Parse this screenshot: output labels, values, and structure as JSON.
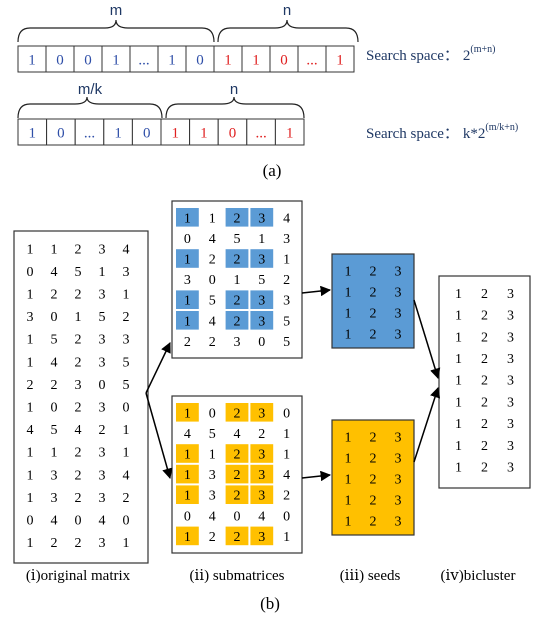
{
  "panel_a": {
    "row1": {
      "label_m": "m",
      "label_n": "n",
      "cells_blue": [
        "1",
        "0",
        "0",
        "1",
        "...",
        "1",
        "0"
      ],
      "cells_red": [
        "1",
        "1",
        "0",
        "...",
        "1"
      ],
      "search_label": "Search space：",
      "search_base": "2",
      "search_exp": "(m+n)"
    },
    "row2": {
      "label_m": "m/k",
      "label_n": "n",
      "cells_blue": [
        "1",
        "0",
        "...",
        "1",
        "0"
      ],
      "cells_red": [
        "1",
        "1",
        "0",
        "...",
        "1"
      ],
      "search_label": "Search space：",
      "search_base": "k*2",
      "search_exp": "(m/k+n)"
    },
    "caption": "(a)"
  },
  "panel_b": {
    "original_matrix": [
      [
        "1",
        "1",
        "2",
        "3",
        "4"
      ],
      [
        "0",
        "4",
        "5",
        "1",
        "3"
      ],
      [
        "1",
        "2",
        "2",
        "3",
        "1"
      ],
      [
        "3",
        "0",
        "1",
        "5",
        "2"
      ],
      [
        "1",
        "5",
        "2",
        "3",
        "3"
      ],
      [
        "1",
        "4",
        "2",
        "3",
        "5"
      ],
      [
        "2",
        "2",
        "3",
        "0",
        "5"
      ],
      [
        "1",
        "0",
        "2",
        "3",
        "0"
      ],
      [
        "4",
        "5",
        "4",
        "2",
        "1"
      ],
      [
        "1",
        "1",
        "2",
        "3",
        "1"
      ],
      [
        "1",
        "3",
        "2",
        "3",
        "4"
      ],
      [
        "1",
        "3",
        "2",
        "3",
        "2"
      ],
      [
        "0",
        "4",
        "0",
        "4",
        "0"
      ],
      [
        "1",
        "2",
        "2",
        "3",
        "1"
      ]
    ],
    "sub_blue": [
      [
        "1",
        "1",
        "2",
        "3",
        "4"
      ],
      [
        "0",
        "4",
        "5",
        "1",
        "3"
      ],
      [
        "1",
        "2",
        "2",
        "3",
        "1"
      ],
      [
        "3",
        "0",
        "1",
        "5",
        "2"
      ],
      [
        "1",
        "5",
        "2",
        "3",
        "3"
      ],
      [
        "1",
        "4",
        "2",
        "3",
        "5"
      ],
      [
        "2",
        "2",
        "3",
        "0",
        "5"
      ]
    ],
    "sub_yellow": [
      [
        "1",
        "0",
        "2",
        "3",
        "0"
      ],
      [
        "4",
        "5",
        "4",
        "2",
        "1"
      ],
      [
        "1",
        "1",
        "2",
        "3",
        "1"
      ],
      [
        "1",
        "3",
        "2",
        "3",
        "4"
      ],
      [
        "1",
        "3",
        "2",
        "3",
        "2"
      ],
      [
        "0",
        "4",
        "0",
        "4",
        "0"
      ],
      [
        "1",
        "2",
        "2",
        "3",
        "1"
      ]
    ],
    "seed_blue": [
      [
        "1",
        "2",
        "3"
      ],
      [
        "1",
        "2",
        "3"
      ],
      [
        "1",
        "2",
        "3"
      ],
      [
        "1",
        "2",
        "3"
      ]
    ],
    "seed_yellow": [
      [
        "1",
        "2",
        "3"
      ],
      [
        "1",
        "2",
        "3"
      ],
      [
        "1",
        "2",
        "3"
      ],
      [
        "1",
        "2",
        "3"
      ],
      [
        "1",
        "2",
        "3"
      ]
    ],
    "bicluster": [
      [
        "1",
        "2",
        "3"
      ],
      [
        "1",
        "2",
        "3"
      ],
      [
        "1",
        "2",
        "3"
      ],
      [
        "1",
        "2",
        "3"
      ],
      [
        "1",
        "2",
        "3"
      ],
      [
        "1",
        "2",
        "3"
      ],
      [
        "1",
        "2",
        "3"
      ],
      [
        "1",
        "2",
        "3"
      ],
      [
        "1",
        "2",
        "3"
      ]
    ],
    "labels": {
      "original": "(ⅰ)original matrix",
      "submatrices": "(ⅱ) submatrices",
      "seeds": "(ⅲ) seeds",
      "bicluster": "(ⅳ)bicluster"
    },
    "caption": "(b)"
  },
  "colors": {
    "blue_text": "#2f4fa8",
    "red_text": "#e02020",
    "blue_fill": "#5b9bd5",
    "yellow_fill": "#ffc000",
    "navy": "#1f3864"
  }
}
